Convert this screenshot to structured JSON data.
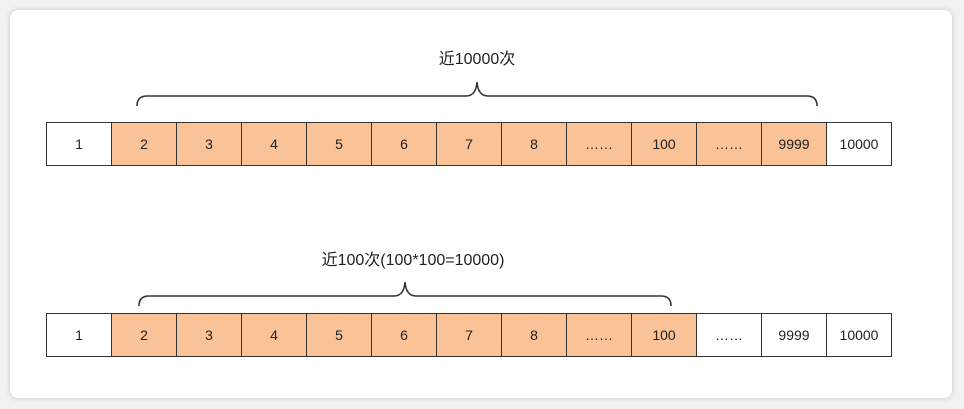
{
  "diagram": {
    "highlight_color": "#f9c397",
    "arrays": [
      {
        "caption": "近10000次",
        "cells": [
          {
            "label": "1",
            "highlighted": false
          },
          {
            "label": "2",
            "highlighted": true
          },
          {
            "label": "3",
            "highlighted": true
          },
          {
            "label": "4",
            "highlighted": true
          },
          {
            "label": "5",
            "highlighted": true
          },
          {
            "label": "6",
            "highlighted": true
          },
          {
            "label": "7",
            "highlighted": true
          },
          {
            "label": "8",
            "highlighted": true
          },
          {
            "label": "……",
            "highlighted": true
          },
          {
            "label": "100",
            "highlighted": true
          },
          {
            "label": "……",
            "highlighted": true
          },
          {
            "label": "9999",
            "highlighted": true
          },
          {
            "label": "10000",
            "highlighted": false
          }
        ]
      },
      {
        "caption": "近100次(100*100=10000)",
        "cells": [
          {
            "label": "1",
            "highlighted": false
          },
          {
            "label": "2",
            "highlighted": true
          },
          {
            "label": "3",
            "highlighted": true
          },
          {
            "label": "4",
            "highlighted": true
          },
          {
            "label": "5",
            "highlighted": true
          },
          {
            "label": "6",
            "highlighted": true
          },
          {
            "label": "7",
            "highlighted": true
          },
          {
            "label": "8",
            "highlighted": true
          },
          {
            "label": "……",
            "highlighted": true
          },
          {
            "label": "100",
            "highlighted": true
          },
          {
            "label": "……",
            "highlighted": false
          },
          {
            "label": "9999",
            "highlighted": false
          },
          {
            "label": "10000",
            "highlighted": false
          }
        ]
      }
    ]
  }
}
